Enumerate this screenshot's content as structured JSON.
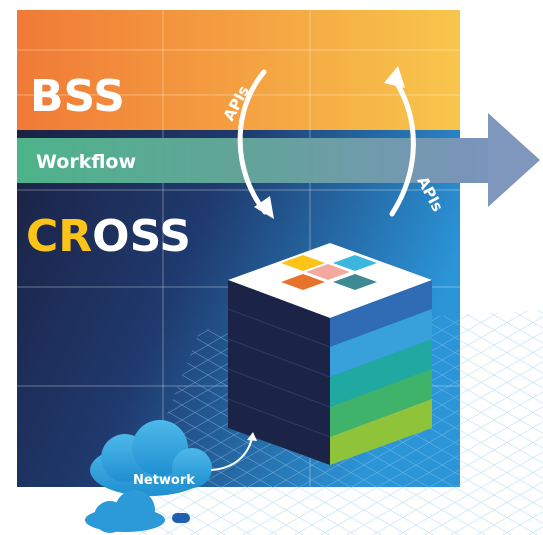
{
  "labels": {
    "bss": "BSS",
    "workflow": "Workflow",
    "cross_highlight": "CR",
    "cross_rest": "OSS",
    "apis_left": "APIs",
    "apis_right": "APIs",
    "network": "Network"
  },
  "colors": {
    "bss_orange": "#f07f3a",
    "bss_yellow": "#f7c24a",
    "workflow_green": "#4cb28a",
    "workflow_blue": "#6e8fbf",
    "oss_navy": "#1c2244",
    "oss_blue": "#2a8fd4",
    "cross_accent": "#fcc419",
    "cloud_blue": "#33a6df",
    "cube_dark": "#1b2447",
    "cube_stripes": [
      "#2f6cb5",
      "#38a1dc",
      "#20a9a0",
      "#3fb36a",
      "#8fc33a"
    ],
    "logo_tiles": [
      "#fcc419",
      "#3ab6df",
      "#e8712c",
      "#f28b96",
      "#3e8a94"
    ]
  }
}
